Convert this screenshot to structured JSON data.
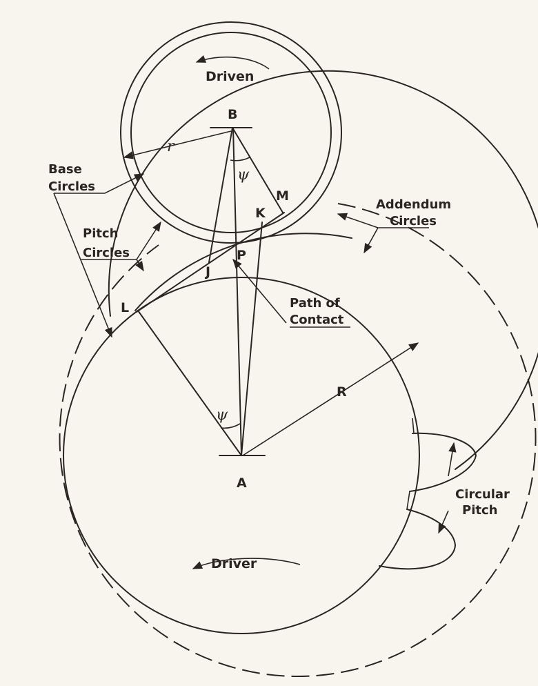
{
  "labels": {
    "driven": "Driven",
    "driver": "Driver",
    "point_b": "B",
    "point_a": "A",
    "point_m": "M",
    "point_k": "K",
    "point_p": "P",
    "point_j": "J",
    "point_l": "L",
    "radius_small": "r",
    "radius_large": "R",
    "angle_top": "ψ",
    "angle_bottom": "ψ",
    "base_circles": [
      "Base",
      "Circles"
    ],
    "pitch_circles": [
      "Pitch",
      "Circles"
    ],
    "addendum_circles": [
      "Addendum",
      "Circles"
    ],
    "path_of_contact": [
      "Path of",
      "Contact"
    ],
    "circular_pitch": [
      "Circular",
      "Pitch"
    ]
  }
}
